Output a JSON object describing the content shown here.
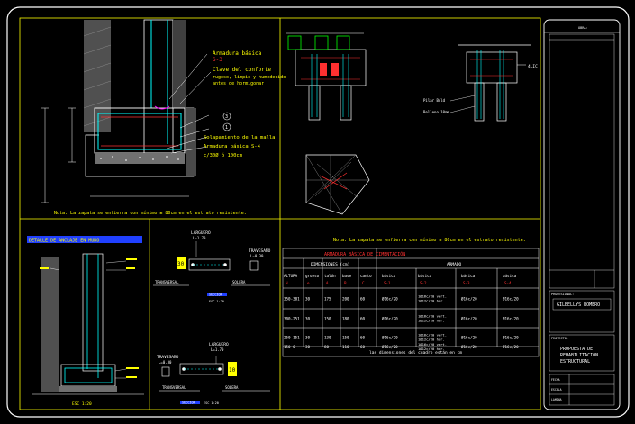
{
  "colors": {
    "background": "#000000",
    "frame": "#ffffff",
    "section": "#ffff00",
    "text_yellow": "#ffff00",
    "text_white": "#ffffff",
    "rebar_red": "#ff3030",
    "detail_cyan": "#00ffff",
    "concrete_gray": "#808080",
    "hatch_gray": "#a0a0a0",
    "magenta": "#ff00ff",
    "green": "#00ff00",
    "table_header_red": "#ff3030",
    "blue_fill": "#2040ff"
  },
  "section1": {
    "labels": [
      "Armadura básica",
      "S-3",
      "Clave del conforte",
      "rugoso, limpio y humedecido",
      "antes de hormigonar",
      "Solapamiento de la malla",
      "Armadura básica S-4",
      "c/30Ø ó 100cm"
    ],
    "markers": [
      "3",
      "1"
    ],
    "note": "Nota: La zapata se enfierra con  mínimo ± 80cm en el estrato resistente."
  },
  "section2": {
    "dim_label": "4LIC",
    "label_left_1": "Pilar Bold",
    "label_left_2": "Relleno 10mm"
  },
  "section3": {
    "title": "DETALLE DE ANCLAJE EN MURO",
    "scale": "ESC 1:20"
  },
  "section4": {
    "detail_a_title": "LARGUERO",
    "detail_a_spec": "L=1.70",
    "detail_a_dim": "30",
    "detail_a_left": "TRANSVERSAL",
    "detail_a_right": "SOLERA",
    "detail_a_side_title": "TRAVESAÑO",
    "detail_a_side_spec": "L=0.30",
    "section_a": "SECCIÓN",
    "scale_a": "ESC 1:20",
    "detail_b_title": "LARGUERO",
    "detail_b_spec": "L=1.70",
    "detail_b_dim": "10",
    "detail_b_side_title": "TRAVESAÑO",
    "detail_b_side_spec": "L=0.30",
    "detail_b_left": "TRANSVERSAL",
    "detail_b_right": "SOLERA",
    "section_b": "SECCIÓN",
    "scale_b": "ESC 1:20"
  },
  "section5": {
    "note": "Nota: La zapata se enfierra con   mínimo ± 80cm en el estrato resistente.",
    "table": {
      "title": "ARMADURA BÁSICA DE CIMENTACIÓN",
      "dims_header": "DIMENSIONES (cm)",
      "armado_header": "ARMADO",
      "col_headers": [
        "ALTURA",
        "grueso",
        "talón",
        "base",
        "canto",
        "básica",
        "básica",
        "básica",
        "básica"
      ],
      "col_sub": [
        "H",
        "e",
        "A",
        "B",
        "C",
        "S-1",
        "S-2",
        "S-3",
        "S-4"
      ],
      "rows": [
        [
          "350-301",
          "30",
          "175",
          "200",
          "60",
          "Ø16c/20",
          "1Ø16c/20 vert. 1Ø12c/20 hor.",
          "Ø16c/20",
          "Ø16c/20"
        ],
        [
          "300-251",
          "30",
          "150",
          "180",
          "60",
          "Ø16c/20",
          "1Ø16c/20 vert. 1Ø12c/20 hor.",
          "Ø16c/20",
          "Ø16c/20"
        ],
        [
          "250-151",
          "30",
          "130",
          "150",
          "60",
          "Ø16c/20",
          "1Ø16c/20 vert. 1Ø12c/20 hor.",
          "Ø16c/20",
          "Ø16c/20"
        ],
        [
          "150-0",
          "30",
          "80",
          "110",
          "60",
          "Ø16c/20",
          "1Ø16c/20 vert. 1Ø12c/20 hor.",
          "Ø16c/20",
          "Ø16c/20"
        ]
      ],
      "footer": "las dimensiones del cuadro están en cm"
    }
  },
  "title_block": {
    "label_top": "OBRA:",
    "label_prof": "PROFESIONAL:",
    "name": "GILBELLYS ROMERO",
    "label_proj": "PROYECTO:",
    "project_lines": [
      "PROPUESTA DE",
      "REHABILITACION",
      "ESTRUCTURAL"
    ],
    "row_labels": [
      "FECHA",
      "ESCALA",
      "LAMINA"
    ]
  }
}
